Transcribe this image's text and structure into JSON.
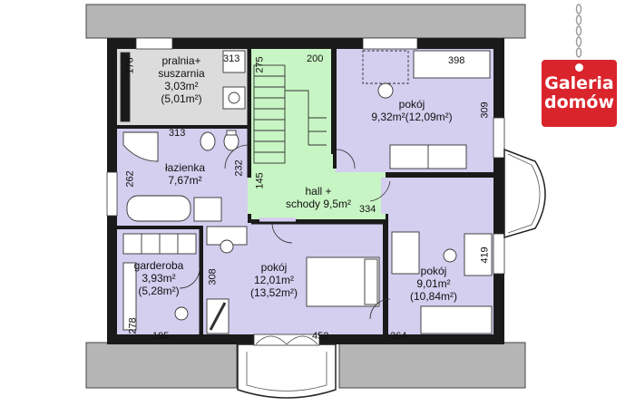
{
  "title": "",
  "logo": {
    "line1": "Galeria",
    "line2": "domów",
    "color": "#d9242b",
    "icon": "price-tag-icon"
  },
  "colors": {
    "wall": "#1a1a1a",
    "roof": "#b5b5b5",
    "laundry": "#dcdcdc",
    "stairs": "#c8f5c4",
    "rooms": "#d4ceef",
    "window": "#ffffff"
  },
  "rooms": [
    {
      "id": "pralnia",
      "lines": [
        "pralnia+",
        "suszarnia",
        "3,03m²",
        "(5,01m²)"
      ]
    },
    {
      "id": "lazienka",
      "lines": [
        "łazienka",
        "7,67m²"
      ]
    },
    {
      "id": "hall",
      "lines": [
        "hall +",
        "schody 9,5m²"
      ]
    },
    {
      "id": "pokoj-ne",
      "lines": [
        "pokój",
        "9,32m²(12,09m²)"
      ]
    },
    {
      "id": "garderoba",
      "lines": [
        "garderoba",
        "3,93m²",
        "(5,28m²)"
      ]
    },
    {
      "id": "pokoj-s",
      "lines": [
        "pokój",
        "12,01m²",
        "(13,52m²)"
      ]
    },
    {
      "id": "pokoj-se",
      "lines": [
        "pokój",
        "9,01m²",
        "(10,84m²)"
      ]
    }
  ],
  "dimensions": {
    "d176": "176",
    "d313a": "313",
    "d275": "275",
    "d200": "200",
    "d398": "398",
    "d309": "309",
    "d313b": "313",
    "d262": "262",
    "d232": "232",
    "d145": "145",
    "d334": "334",
    "d419": "419",
    "d308": "308",
    "d278": "278",
    "d195": "195",
    "d452": "452",
    "d264": "264"
  }
}
